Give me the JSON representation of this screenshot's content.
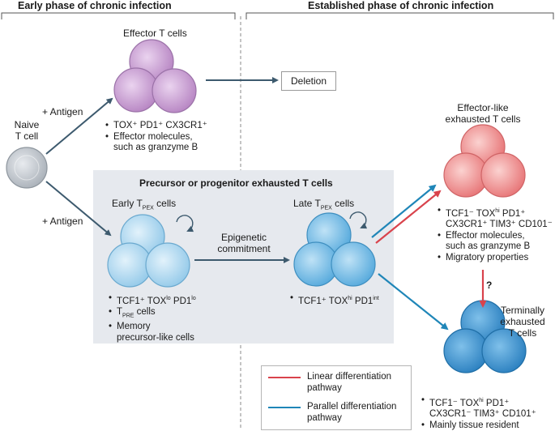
{
  "phases": {
    "early": "Early phase of chronic infection",
    "established": "Established phase of chronic infection"
  },
  "naive": {
    "line1": "Naive",
    "line2": "T cell"
  },
  "antigen_top": "+ Antigen",
  "antigen_bottom": "+ Antigen",
  "effector": {
    "title": "Effector T cells",
    "bullets": [
      "TOX⁺ PD1⁺ CX3CR1⁺",
      "Effector molecules,",
      "such as granzyme B"
    ]
  },
  "deletion": "Deletion",
  "precursor_box": {
    "title": "Precursor or progenitor exhausted T cells",
    "early_label": "Early T",
    "early_sub": "PEX",
    "early_suffix": " cells",
    "late_label": "Late T",
    "late_sub": "PEX",
    "late_suffix": " cells",
    "commitment_line1": "Epigenetic",
    "commitment_line2": "commitment",
    "early_bullets": {
      "b1": "TCF1⁺ TOX",
      "b1_sup1": "lo",
      "b1_mid": " PD1",
      "b1_sup2": "lo",
      "b2_main": "T",
      "b2_sub": "PRE",
      "b2_tail": " cells",
      "b3": "Memory",
      "b4": "precursor-like cells"
    },
    "late_bullet": {
      "main": "TCF1⁺ TOX",
      "sup1": "hi",
      "mid": " PD1",
      "sup2": "int"
    }
  },
  "effector_like": {
    "title1": "Effector-like",
    "title2": "exhausted T cells",
    "b1": "TCF1⁻ TOX",
    "b1_sup": "hi",
    "b1_tail": " PD1⁺",
    "b2": "CX3CR1⁺ TIM3⁺ CD101⁻",
    "b3": "Effector molecules,",
    "b4": "such as granzyme B",
    "b5": "Migratory properties"
  },
  "question": "?",
  "terminal": {
    "title1": "Terminally",
    "title2": "exhausted",
    "title3": "T cells",
    "b1": "TCF1⁻ TOX",
    "b1_sup": "hi",
    "b1_tail": " PD1⁺",
    "b2": "CX3CR1⁻ TIM3⁺ CD101⁺",
    "b3": "Mainly tissue resident"
  },
  "legend": {
    "linear": [
      "Linear differentiation",
      "pathway"
    ],
    "parallel": [
      "Parallel differentiation",
      "pathway"
    ],
    "linear_color": "#d9434c",
    "parallel_color": "#1f86b8"
  },
  "colors": {
    "naive": "#b9bfc6",
    "effector": "#c9a0d2",
    "precursor_early": "#b8dcf0",
    "precursor_late": "#7cc0e6",
    "effector_like": "#f08e8e",
    "terminal": "#3a94d0",
    "box_bg": "#e8ebef",
    "arrow": "#3d5a6e"
  }
}
